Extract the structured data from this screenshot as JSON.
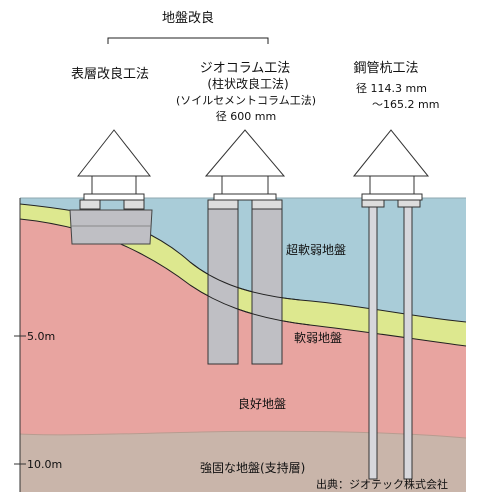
{
  "title": "地盤改良",
  "methods": {
    "surface": {
      "name": "表層改良工法"
    },
    "column": {
      "name": "ジオコラム工法",
      "alt_name": "(柱状改良工法)",
      "alt_name2": "(ソイルセメントコラム工法)",
      "diameter": "径 600 mm"
    },
    "pile": {
      "name": "鋼管杭工法",
      "diameter_line1": "径 114.3 mm",
      "diameter_line2": "〜165.2 mm"
    }
  },
  "layers": {
    "super_soft": "超軟弱地盤",
    "soft": "軟弱地盤",
    "good": "良好地盤",
    "firm": "強固な地盤(支持層)"
  },
  "depth_marks": [
    "5.0m",
    "10.0m"
  ],
  "source": "出典：ジオテック株式会社",
  "colors": {
    "super_soft": "#a9ccd8",
    "soft": "#dde88f",
    "good": "#e8a4a0",
    "firm": "#c9b5aa",
    "column": "#bfbfc4",
    "pile": "#d7d7dc"
  }
}
